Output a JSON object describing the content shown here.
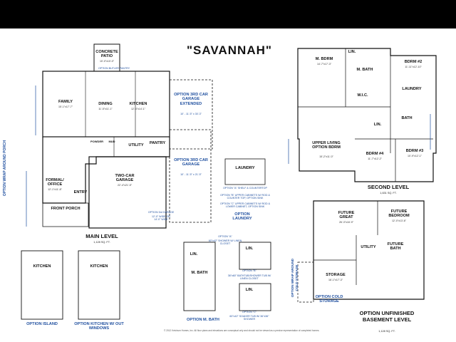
{
  "title": "\"SAVANNAH\"",
  "main_level": {
    "caption": "MAIN LEVEL",
    "area": "1,128 SQ. FT.",
    "rooms": {
      "concrete_patio": "CONCRETE PATIO",
      "concrete_patio_dim": "10'-0\"x10'-0\"",
      "family": "FAMILY",
      "family_dim": "15'-1\"x17'-7\"",
      "dining": "DINING",
      "dining_dim": "11'-5\"x11'-1\"",
      "kitchen": "KITCHEN",
      "kitchen_dim": "12'-4\"x14'-1\"",
      "formal_office": "FORMAL/ OFFICE",
      "formal_office_dim": "12'-1\"x11'-8\"",
      "powder": "POWDER",
      "mud": "MUD",
      "utility": "UTILITY",
      "pantry": "PANTRY",
      "entry": "ENTRY",
      "two_car_garage": "TWO-CAR GARAGE",
      "two_car_garage_dim": "22'-4\"x21'-5\"",
      "front_porch": "FRONT PORCH"
    },
    "options": {
      "garage_extended": "OPTION 3RD CAR GARAGE EXTENDED",
      "garage_extended_dim": "10' - 11'-5\" x 30'-3\"",
      "third_car": "OPTION 3RD CAR GARAGE",
      "third_car_dim": "10' - 11'-5\" x 21'-5\"",
      "wrap_porch": "OPTION WRAP AROUND PORCH",
      "butlers_pantry": "OPTION BUTLER PANTRY",
      "third_garage_label": "OPTION 3rd GARAGE",
      "third_garage_dim": "12'-0\" WIDE OR 14'-0\" WIDE"
    }
  },
  "laundry_option": {
    "room": "LAUNDRY",
    "notes": [
      "OPTION \"A\" SHELF & COUNTERTOP",
      "OPTION \"B\" UPPER CABINETS W/ ROD & COUNTER TOP, OPTION SINK",
      "OPTION \"C\" UPPER CABINETS W/ ROD & LOWER CABINET, OPTION SINK"
    ],
    "caption": "OPTION LAUNDRY"
  },
  "option_island": {
    "room": "KITCHEN",
    "caption": "OPTION ISLAND"
  },
  "option_kitchen_windows": {
    "room": "KITCHEN",
    "caption": "OPTION KITCHEN W/ OUT WINDOWS"
  },
  "option_mbath": {
    "labels": [
      "OPTION \"A\"",
      "OPTION \"B\"",
      "OPTION \"C\""
    ],
    "notes": [
      "60\"x42\" SHOWER W/ LINEN CLOSET",
      "36\"x60\" BATHTUB/SHOWER TUB W/ LINEN CLOSET",
      "60\"x42\" SOAKER TUB W/ 36\"x36\" SHOWER"
    ],
    "rooms": [
      "LIN.",
      "M. BATH",
      "LIN.",
      "LIN."
    ],
    "caption": "OPTION M. BATH"
  },
  "second_level": {
    "caption": "SECOND LEVEL",
    "area": "1,631 SQ. FT.",
    "rooms": {
      "m_bdrm": "M. BDRM",
      "m_bdrm_dim": "14'-7\"x17'-3\"",
      "lin": "LIN.",
      "m_bath": "M. BATH",
      "wic": "W.I.C.",
      "bdrm2": "BDRM #2",
      "bdrm2_dim": "11'-11\"x12'-10\"",
      "laundry": "LAUNDRY",
      "bath": "BATH",
      "upper_living": "UPPER LIVING OPTION BDRM",
      "upper_living_dim": "15'-2\"x11'-0\"",
      "lin2": "LIN.",
      "bdrm4": "BDRM #4",
      "bdrm4_dim": "11'-7\"x12'-2\"",
      "bdrm3": "BDRM #3",
      "bdrm3_dim": "10'-9\"x12'-1\""
    }
  },
  "basement": {
    "caption": "OPTION UNFINISHED BASEMENT LEVEL",
    "area": "1,128 SQ. FT.",
    "rooms": {
      "great": "FUTURE GREAT",
      "great_dim": "26'-3\"x16'-9\"",
      "bedroom": "FUTURE BEDROOM",
      "bedroom_dim": "12'-0\"x13'-6\"",
      "utility": "UTILITY",
      "bath": "FUTURE BATH",
      "storage": "STORAGE",
      "storage_dim": "16'-1\"x17'-3\""
    },
    "options": {
      "wrap": "OPTION WRAP AROUND COLD STORAGE",
      "cold": "OPTION COLD STORAGE"
    }
  },
  "footer": "© 2012 Ketchum Homes, Inc. All floor plans and elevations are conceptual only and should not be viewed as a precise representation of completed homes."
}
